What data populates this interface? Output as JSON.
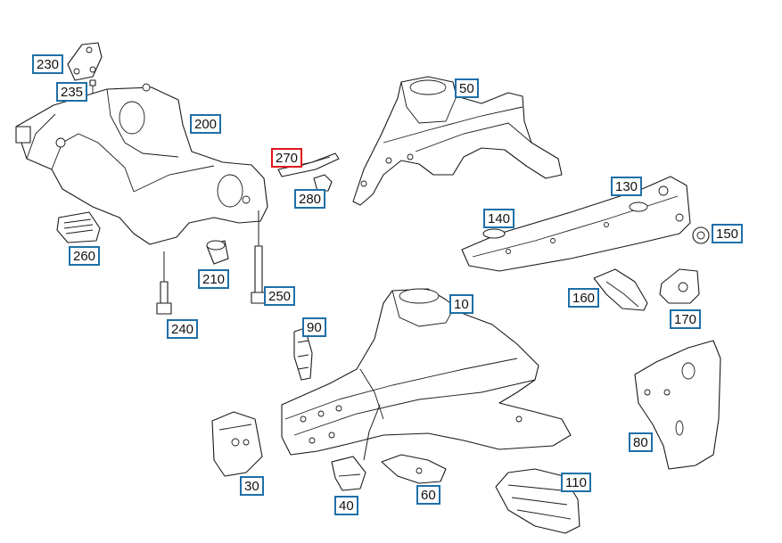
{
  "diagram": {
    "accent_color": "#1f6fa8",
    "selected_color": "#e0161d",
    "selected_callout": "270",
    "callouts": [
      "230",
      "235",
      "200",
      "270",
      "280",
      "50",
      "130",
      "140",
      "150",
      "260",
      "210",
      "250",
      "240",
      "90",
      "10",
      "160",
      "170",
      "80",
      "30",
      "40",
      "60",
      "110"
    ]
  }
}
